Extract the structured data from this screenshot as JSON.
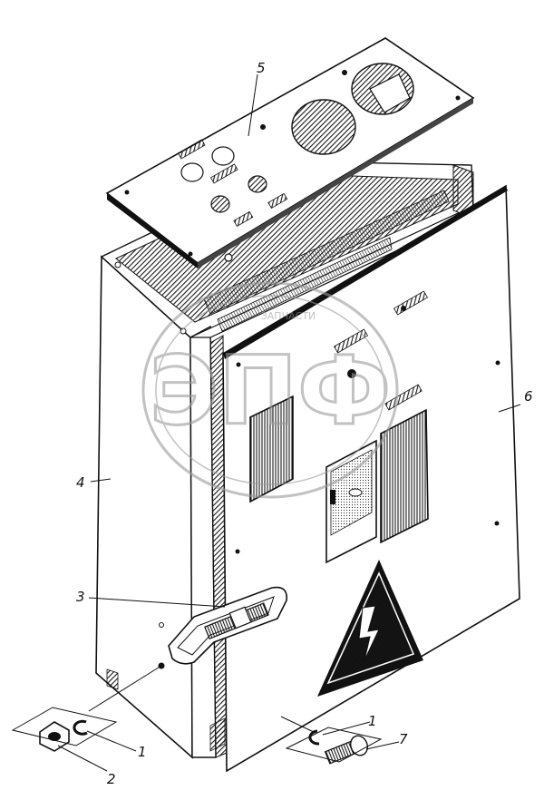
{
  "callouts": {
    "label_1_washer_left": "1",
    "label_1_washer_right": "1",
    "label_2_nut": "2",
    "label_3_bolt_bag": "3",
    "label_4_side_wall": "4",
    "label_5_top_panel": "5",
    "label_6_front_cover": "6",
    "label_7_screw": "7"
  },
  "watermark": {
    "logo_letters": "ЭПФ",
    "ring_text": "ЗАПЧАСТИ"
  },
  "colors": {
    "line": "#111111",
    "hatch": "#1a1a1a",
    "watermark": "#9a9a9a"
  },
  "icons": {
    "warning_sign": "high-voltage-lightning-triangle"
  }
}
